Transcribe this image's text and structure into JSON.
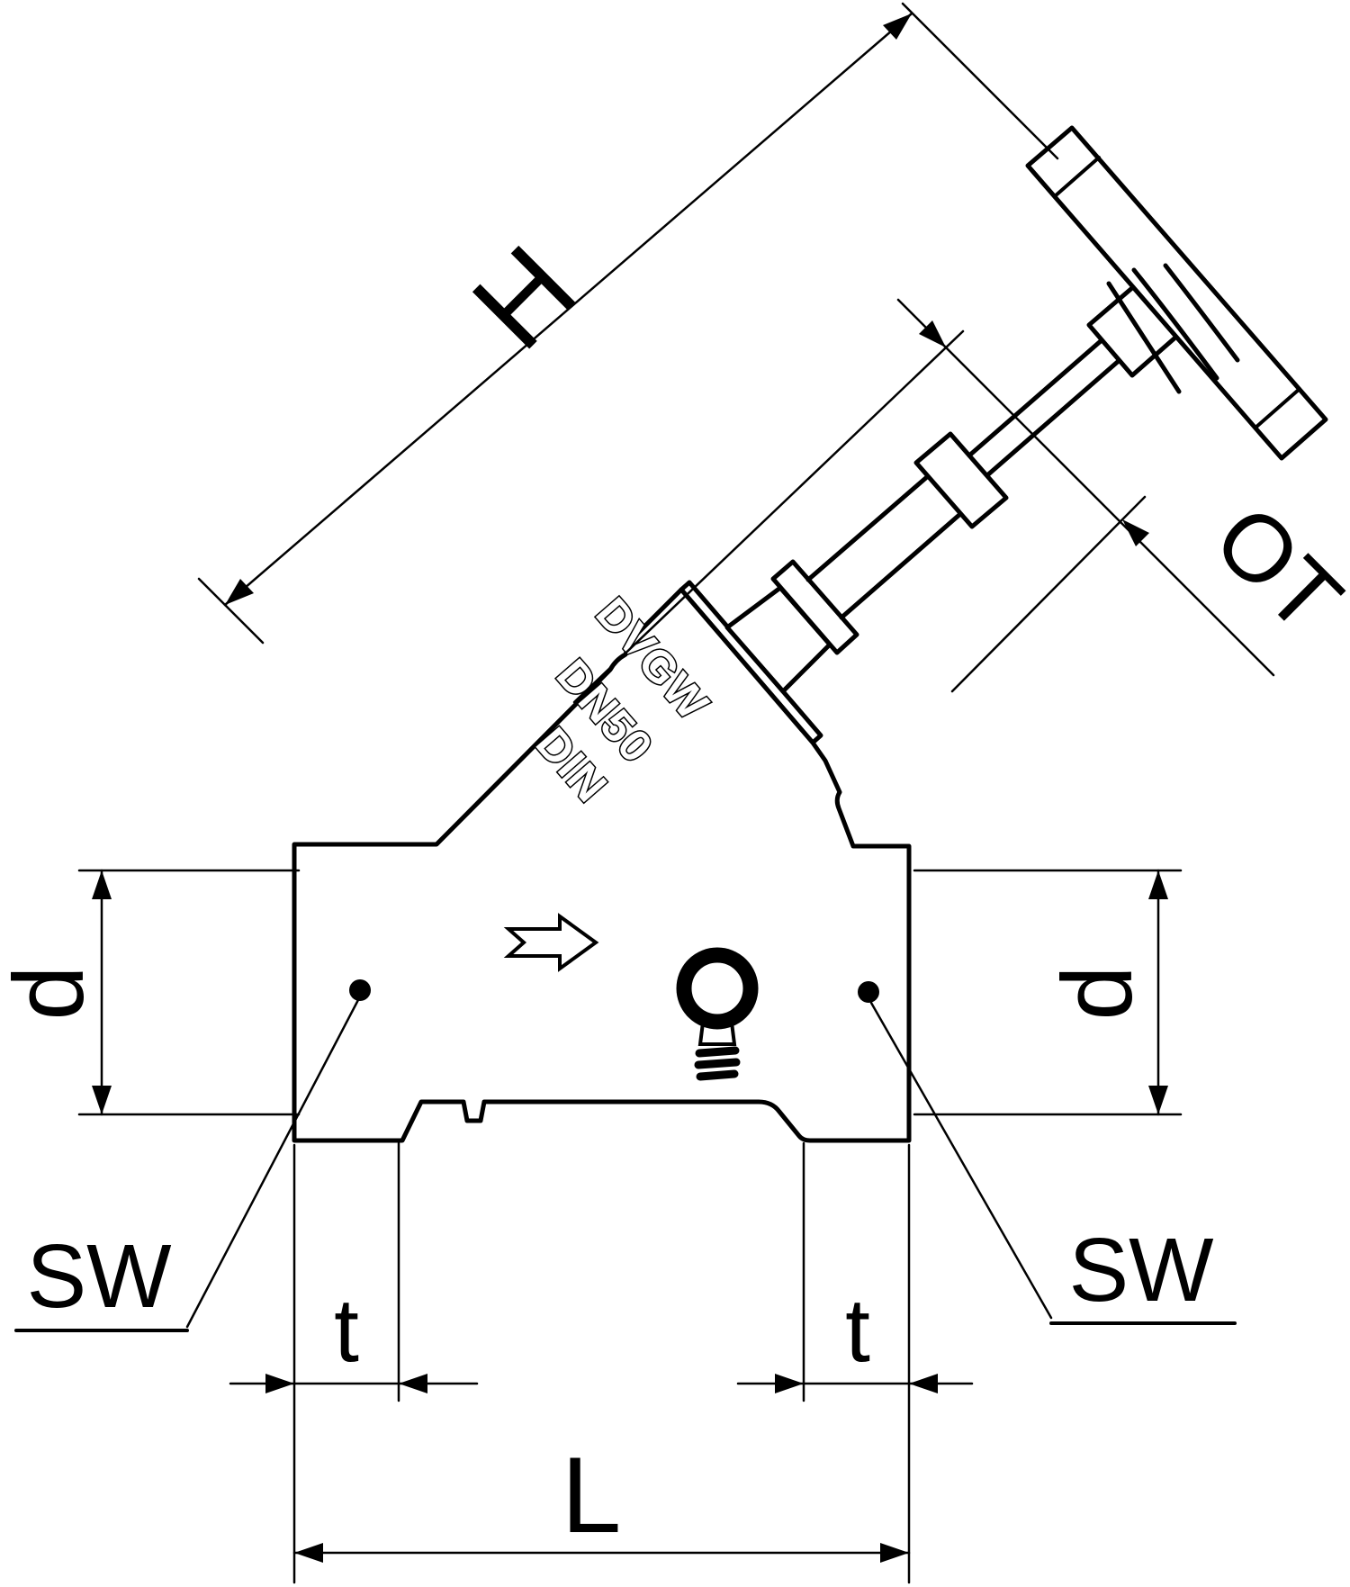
{
  "drawing": {
    "description": "Technical line drawing of an inclined-seat (slanted-seat) shut-off valve with handwheel, shown in side view with dimensioning",
    "background_color": "#ffffff",
    "line_color": "#000000",
    "dimension_labels": {
      "height": "H",
      "travel": "OT",
      "bore_left": "d",
      "bore_right": "d",
      "wrench_size_left": "SW",
      "wrench_size_right": "SW",
      "thread_depth_left": "t",
      "thread_depth_right": "t",
      "overall_length": "L"
    },
    "cast_markings": {
      "line1": "DVGW",
      "line2": "DN50",
      "line3": "DIN"
    }
  }
}
